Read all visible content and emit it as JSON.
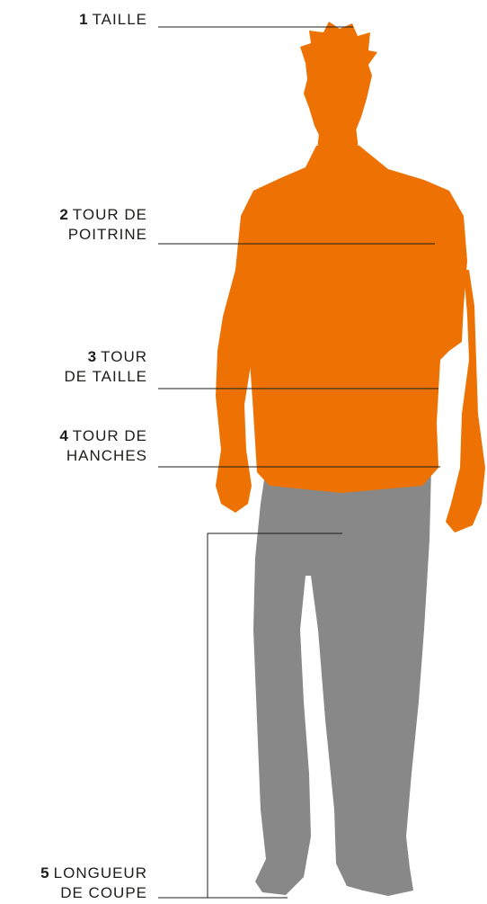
{
  "colors": {
    "shirt": "#ee7203",
    "trousers": "#888888",
    "line": "#1d1d1b",
    "text": "#1d1d1b"
  },
  "measurements": [
    {
      "num": "1",
      "lines": [
        "TAILLE"
      ]
    },
    {
      "num": "2",
      "lines": [
        "TOUR DE",
        "POITRINE"
      ]
    },
    {
      "num": "3",
      "lines": [
        "TOUR",
        "DE TAILLE"
      ]
    },
    {
      "num": "4",
      "lines": [
        "TOUR DE",
        "HANCHES"
      ]
    },
    {
      "num": "5",
      "lines": [
        "LONGUEUR",
        "DE COUPE"
      ]
    }
  ]
}
